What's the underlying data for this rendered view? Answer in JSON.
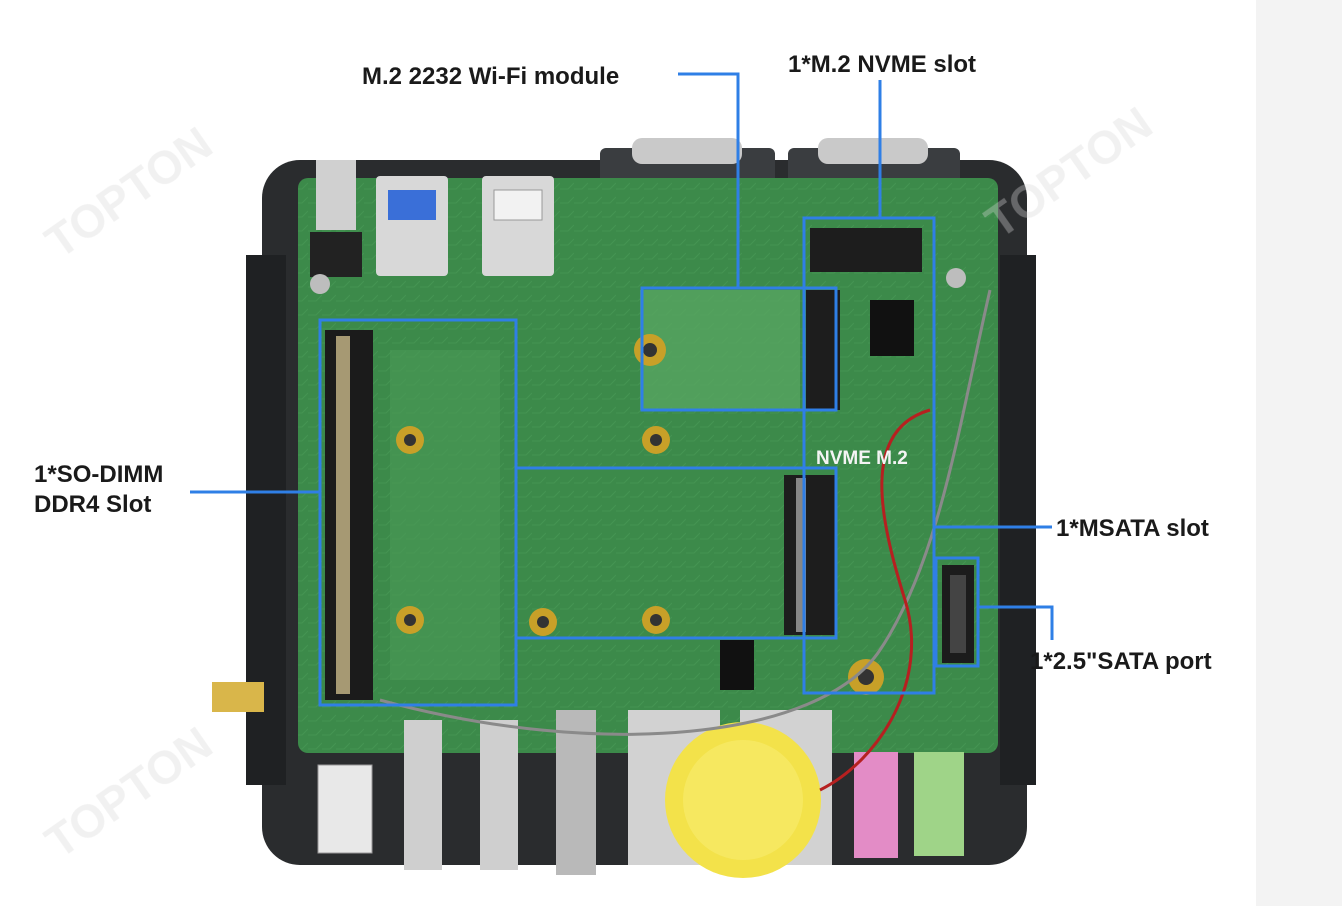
{
  "labels": {
    "wifi_module": "M.2 2232 Wi-Fi module",
    "nvme_slot": "1*M.2 NVME slot",
    "sodimm_line1": "1*SO-DIMM",
    "sodimm_line2": "DDR4 Slot",
    "msata_slot": "1*MSATA slot",
    "sata_port": "1*2.5\"SATA port"
  },
  "board_text": {
    "nvme_marking": "NVME M.2",
    "brand_watermark": "TOPTON"
  },
  "colors": {
    "highlight": "#2f7fe6",
    "pcb": "#3c8a4a",
    "chassis": "#2a2c2e",
    "text": "#1a1a1a"
  }
}
